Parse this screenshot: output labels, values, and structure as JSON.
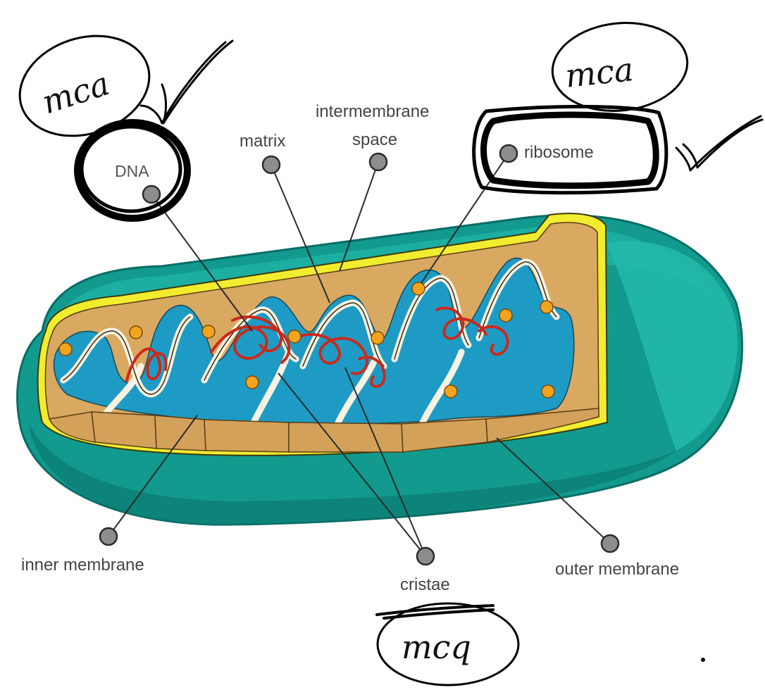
{
  "labels": {
    "dna": "DNA",
    "matrix": "matrix",
    "intermembrane_line1": "intermembrane",
    "intermembrane_line2": "space",
    "ribosome": "ribosome",
    "inner_membrane": "inner membrane",
    "cristae": "cristae",
    "outer_membrane": "outer membrane"
  },
  "handwriting": {
    "top_left": "mca",
    "top_right": "mca",
    "bottom": "mcq"
  },
  "colors": {
    "outer_membrane": "#129a8e",
    "outer_membrane_light": "#1fb3a5",
    "outer_membrane_dark": "#0c7b72",
    "intermembrane_rim": "#f2ec2e",
    "inner_membrane": "#d9a861",
    "matrix": "#1e9bc4",
    "dna": "#c92a1c",
    "ribosome": "#f2a320",
    "pointer_dot": "#8e8c8c",
    "ink": "#000000"
  }
}
